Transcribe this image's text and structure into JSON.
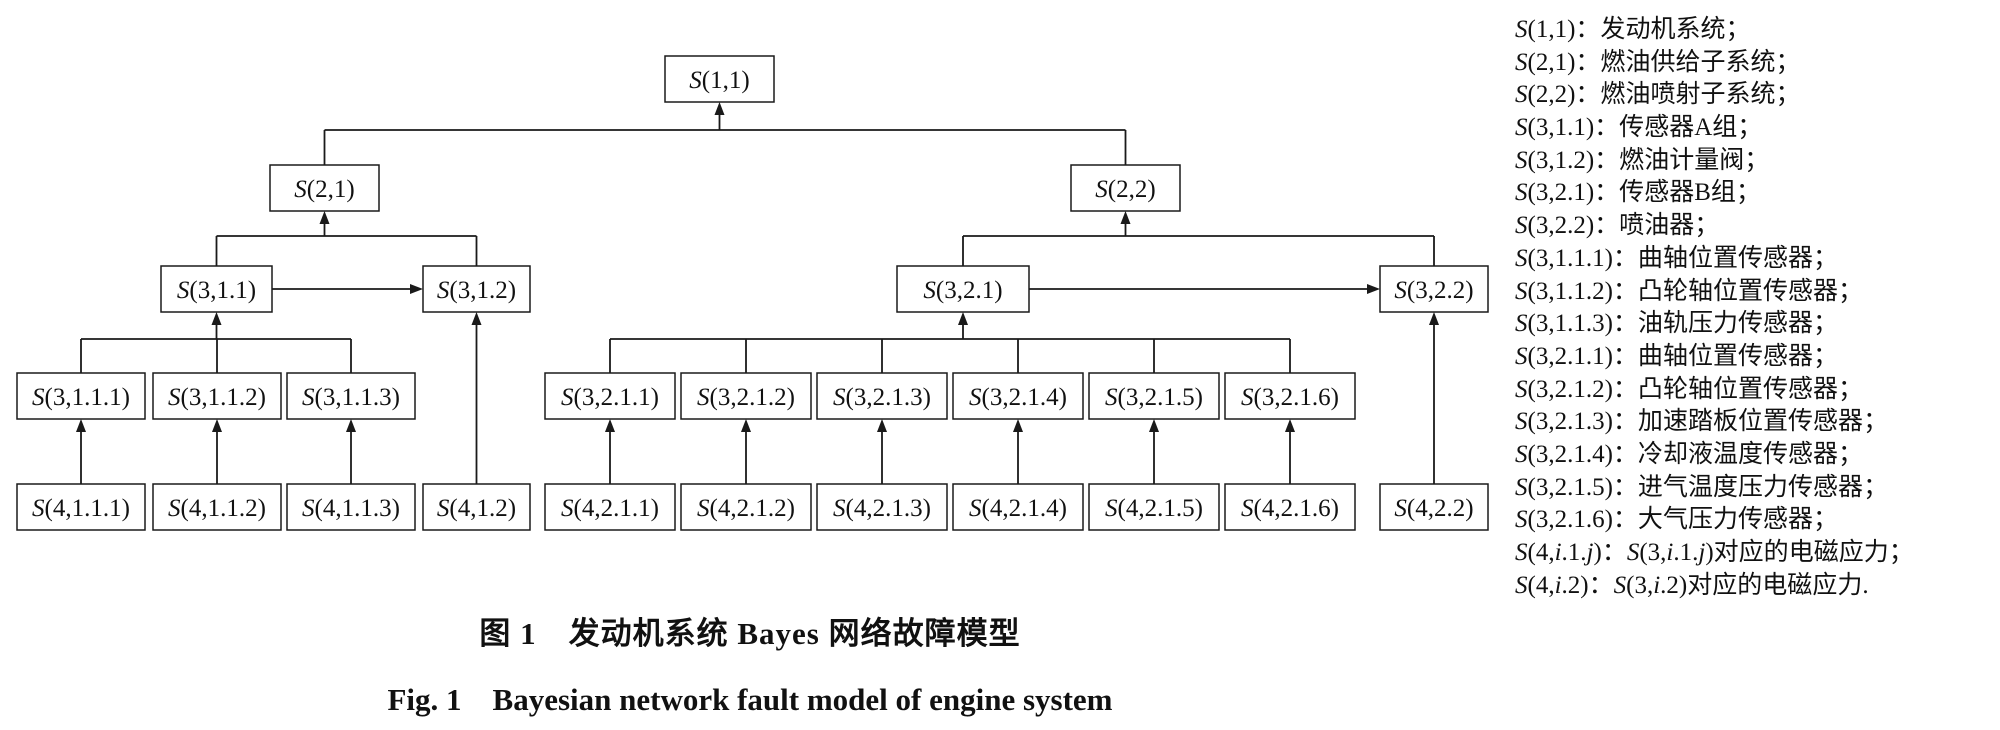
{
  "nodes": [
    {
      "id": "n11",
      "label": "S(1,1)"
    },
    {
      "id": "n21",
      "label": "S(2,1)"
    },
    {
      "id": "n22",
      "label": "S(2,2)"
    },
    {
      "id": "n311",
      "label": "S(3,1.1)"
    },
    {
      "id": "n312",
      "label": "S(3,1.2)"
    },
    {
      "id": "n321",
      "label": "S(3,2.1)"
    },
    {
      "id": "n322",
      "label": "S(3,2.2)"
    },
    {
      "id": "n3111",
      "label": "S(3,1.1.1)"
    },
    {
      "id": "n3112",
      "label": "S(3,1.1.2)"
    },
    {
      "id": "n3113",
      "label": "S(3,1.1.3)"
    },
    {
      "id": "n3211",
      "label": "S(3,2.1.1)"
    },
    {
      "id": "n3212",
      "label": "S(3,2.1.2)"
    },
    {
      "id": "n3213",
      "label": "S(3,2.1.3)"
    },
    {
      "id": "n3214",
      "label": "S(3,2.1.4)"
    },
    {
      "id": "n3215",
      "label": "S(3,2.1.5)"
    },
    {
      "id": "n3216",
      "label": "S(3,2.1.6)"
    },
    {
      "id": "n4111",
      "label": "S(4,1.1.1)"
    },
    {
      "id": "n4112",
      "label": "S(4,1.1.2)"
    },
    {
      "id": "n4113",
      "label": "S(4,1.1.3)"
    },
    {
      "id": "n412",
      "label": "S(4,1.2)"
    },
    {
      "id": "n4211",
      "label": "S(4,2.1.1)"
    },
    {
      "id": "n4212",
      "label": "S(4,2.1.2)"
    },
    {
      "id": "n4213",
      "label": "S(4,2.1.3)"
    },
    {
      "id": "n4214",
      "label": "S(4,2.1.4)"
    },
    {
      "id": "n4215",
      "label": "S(4,2.1.5)"
    },
    {
      "id": "n4216",
      "label": "S(4,2.1.6)"
    },
    {
      "id": "n422",
      "label": "S(4,2.2)"
    }
  ],
  "edges": [
    {
      "from": "n21",
      "to": "n11"
    },
    {
      "from": "n22",
      "to": "n11"
    },
    {
      "from": "n311",
      "to": "n21"
    },
    {
      "from": "n312",
      "to": "n21"
    },
    {
      "from": "n321",
      "to": "n22"
    },
    {
      "from": "n322",
      "to": "n22"
    },
    {
      "from": "n311",
      "to": "n312"
    },
    {
      "from": "n321",
      "to": "n322"
    },
    {
      "from": "n3111",
      "to": "n311"
    },
    {
      "from": "n3112",
      "to": "n311"
    },
    {
      "from": "n3113",
      "to": "n311"
    },
    {
      "from": "n3211",
      "to": "n321"
    },
    {
      "from": "n3212",
      "to": "n321"
    },
    {
      "from": "n3213",
      "to": "n321"
    },
    {
      "from": "n3214",
      "to": "n321"
    },
    {
      "from": "n3215",
      "to": "n321"
    },
    {
      "from": "n3216",
      "to": "n321"
    },
    {
      "from": "n4111",
      "to": "n3111"
    },
    {
      "from": "n4112",
      "to": "n3112"
    },
    {
      "from": "n4113",
      "to": "n3113"
    },
    {
      "from": "n412",
      "to": "n312"
    },
    {
      "from": "n4211",
      "to": "n3211"
    },
    {
      "from": "n4212",
      "to": "n3212"
    },
    {
      "from": "n4213",
      "to": "n3213"
    },
    {
      "from": "n4214",
      "to": "n3214"
    },
    {
      "from": "n4215",
      "to": "n3215"
    },
    {
      "from": "n4216",
      "to": "n3216"
    },
    {
      "from": "n422",
      "to": "n322"
    }
  ],
  "legend": [
    {
      "code": "S(1,1)",
      "text": "：发动机系统；"
    },
    {
      "code": "S(2,1)",
      "text": "：燃油供给子系统；"
    },
    {
      "code": "S(2,2)",
      "text": "：燃油喷射子系统；"
    },
    {
      "code": "S(3,1.1)",
      "text": "：传感器A组；"
    },
    {
      "code": "S(3,1.2)",
      "text": "：燃油计量阀；"
    },
    {
      "code": "S(3,2.1)",
      "text": "：传感器B组；"
    },
    {
      "code": "S(3,2.2)",
      "text": "：喷油器；"
    },
    {
      "code": "S(3,1.1.1)",
      "text": "：曲轴位置传感器；"
    },
    {
      "code": "S(3,1.1.2)",
      "text": "：凸轮轴位置传感器；"
    },
    {
      "code": "S(3,1.1.3)",
      "text": "：油轨压力传感器；"
    },
    {
      "code": "S(3,2.1.1)",
      "text": "：曲轴位置传感器；"
    },
    {
      "code": "S(3,2.1.2)",
      "text": "：凸轮轴位置传感器；"
    },
    {
      "code": "S(3,2.1.3)",
      "text": "：加速踏板位置传感器；"
    },
    {
      "code": "S(3,2.1.4)",
      "text": "：冷却液温度传感器；"
    },
    {
      "code": "S(3,2.1.5)",
      "text": "：进气温度压力传感器；"
    },
    {
      "code": "S(3,2.1.6)",
      "text": "：大气压力传感器；"
    },
    {
      "code": "S(4,i.1.j)",
      "text": "：S(3,i.1.j)对应的电磁应力；"
    },
    {
      "code": "S(4,i.2)",
      "text": "：S(3,i.2)对应的电磁应力."
    }
  ],
  "caption_cn": "图 1　发动机系统 Bayes 网络故障模型",
  "caption_en": "Fig. 1　Bayesian network fault model of engine system"
}
